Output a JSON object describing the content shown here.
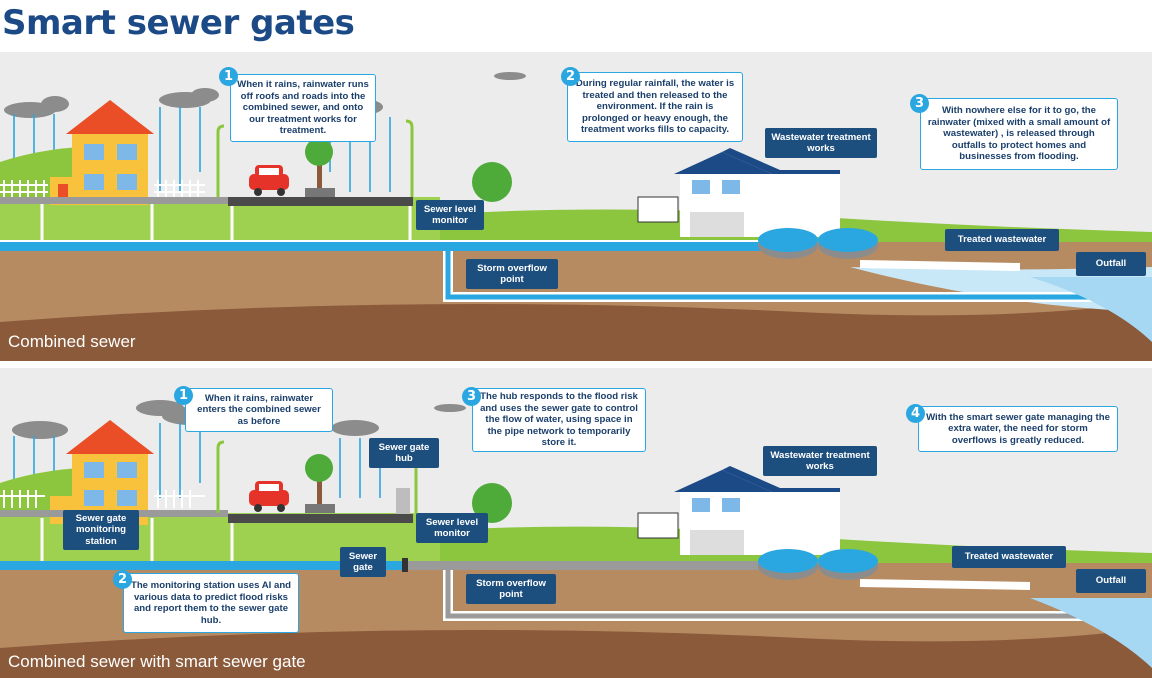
{
  "title": "Smart sewer gates",
  "colors": {
    "title": "#1b4a86",
    "sky": "#ececec",
    "grass": "#8cc63f",
    "soil": "#b78b62",
    "deep_soil": "#8a5a3a",
    "water": "#2aa7e0",
    "tag": "#1d4f7e"
  },
  "panel_top": {
    "label": "Combined sewer",
    "callouts": [
      {
        "number": "1",
        "text": "When it rains, rainwater runs off roofs and roads into the combined sewer, and onto our treatment works for treatment."
      },
      {
        "number": "2",
        "text": "During regular rainfall, the water is treated and then released to the environment. If the rain is prolonged or heavy enough, the treatment works fills to capacity."
      },
      {
        "number": "3",
        "text": "With nowhere else for it to go, the rainwater (mixed with a small amount of wastewater) , is released through outfalls to protect homes and businesses from flooding."
      }
    ],
    "tags": {
      "sewer_level_monitor": "Sewer level monitor",
      "storm_overflow_point": "Storm overflow point",
      "wastewater_treatment_works": "Wastewater treatment works",
      "treated_wastewater": "Treated wastewater",
      "outfall": "Outfall"
    }
  },
  "panel_bottom": {
    "label": "Combined sewer with smart sewer gate",
    "callouts": [
      {
        "number": "1",
        "text": "When it rains, rainwater enters the combined sewer as before"
      },
      {
        "number": "2",
        "text": "The monitoring station uses AI and various data to predict flood risks and report them to the sewer gate hub."
      },
      {
        "number": "3",
        "text": "The hub responds to the flood risk and uses the sewer gate to control the flow of water, using space in the pipe network to temporarily store it."
      },
      {
        "number": "4",
        "text": "With the smart sewer gate managing the extra water, the need for storm overflows is greatly reduced."
      }
    ],
    "tags": {
      "sewer_gate_monitoring_station": "Sewer gate monitoring station",
      "sewer_gate_hub": "Sewer gate hub",
      "sewer_level_monitor": "Sewer level monitor",
      "sewer_gate": "Sewer gate",
      "storm_overflow_point": "Storm overflow point",
      "wastewater_treatment_works": "Wastewater treatment works",
      "treated_wastewater": "Treated wastewater",
      "outfall": "Outfall"
    }
  }
}
